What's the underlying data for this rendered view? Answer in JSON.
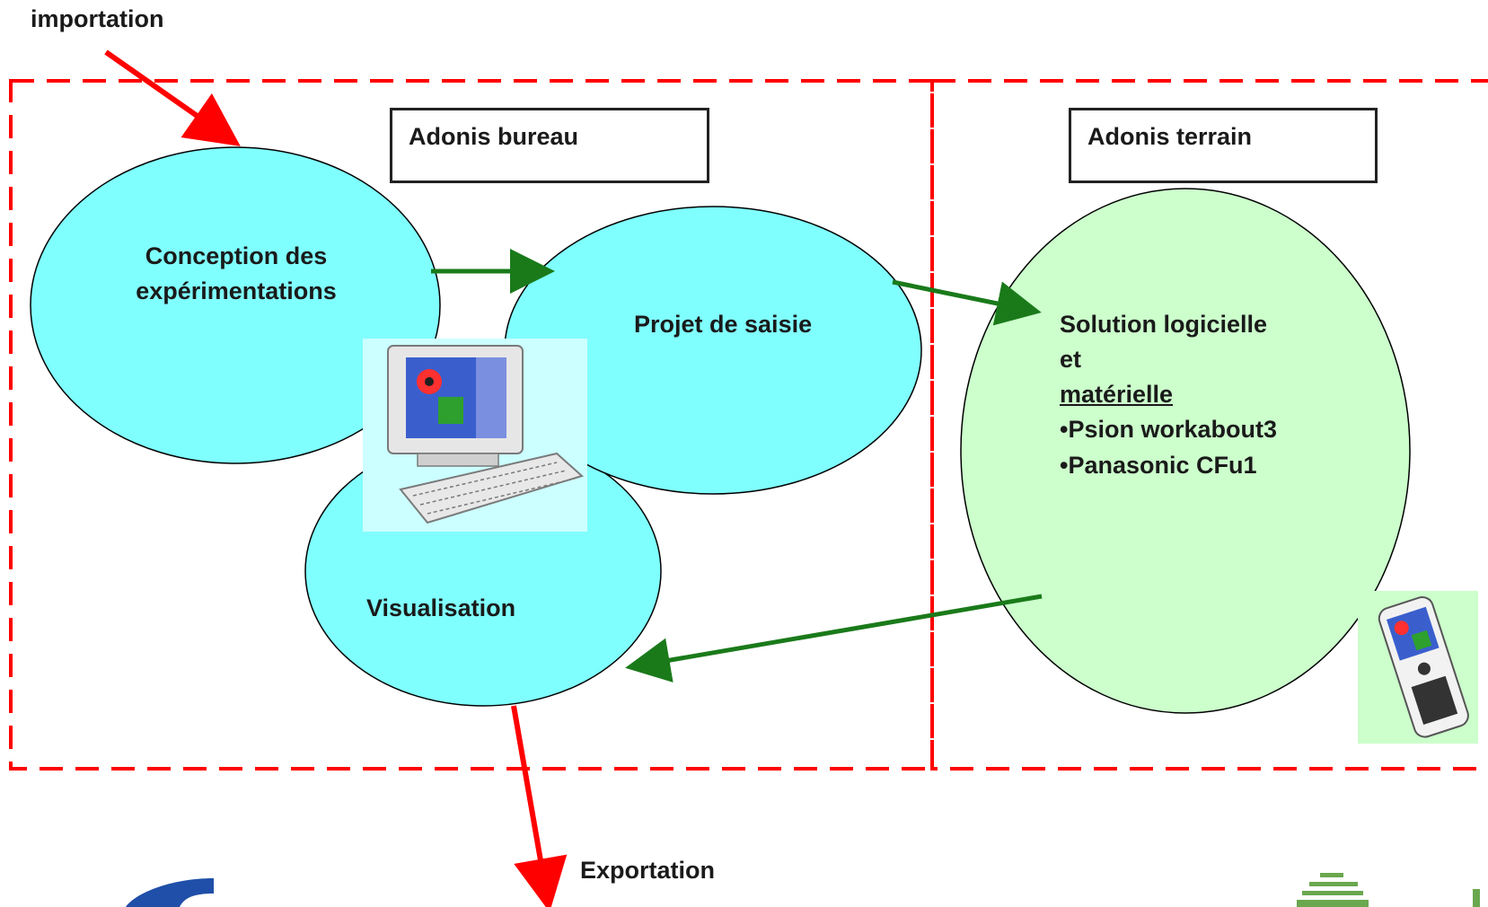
{
  "labels": {
    "importation": "importation",
    "exportation": "Exportation",
    "adonis_bureau": "Adonis bureau",
    "adonis_terrain": "Adonis terrain",
    "conception_line1": "Conception des",
    "conception_line2": "expérimentations",
    "projet": "Projet de saisie",
    "visualisation": "Visualisation",
    "solution_line1": "Solution logicielle",
    "solution_line2": "et",
    "solution_line3": "matérielle",
    "solution_bullet1": "•Psion workabout3",
    "solution_bullet2": "•Panasonic CFu1"
  },
  "colors": {
    "dashed_border": "#ff0000",
    "io_arrow": "#ff0000",
    "flow_arrow": "#1a7a1a",
    "bureau_ellipse_fill": "#80ffff",
    "terrain_ellipse_fill": "#ccffcc",
    "outline": "#000000"
  },
  "icons": [
    "desktop-computer-icon",
    "handheld-device-icon",
    "adonis-logo-icon"
  ]
}
